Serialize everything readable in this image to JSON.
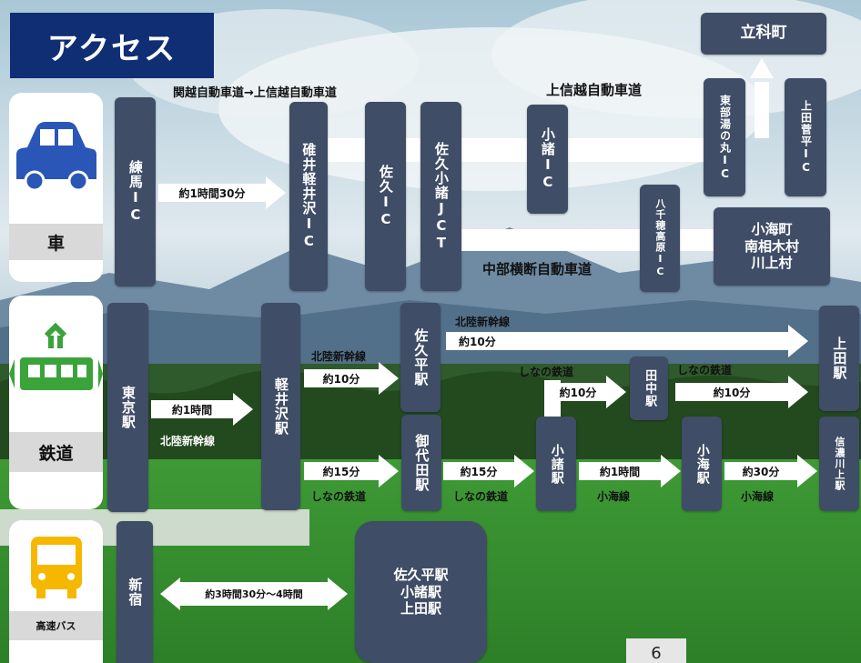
{
  "title": "アクセス",
  "page_number": "6",
  "colors": {
    "box": "#3f4d66",
    "title_bg": "#102e74",
    "car": "#2a56b8",
    "train": "#3aa33a",
    "bus": "#f6b700"
  },
  "categories": {
    "car": {
      "label": "車",
      "icon": "car-icon"
    },
    "rail": {
      "label": "鉄道",
      "icon": "train-icon"
    },
    "bus": {
      "label": "高速バス",
      "icon": "bus-icon"
    }
  },
  "car": {
    "route_kanetsu": "関越自動車道→上信越自動車道",
    "route_joshinetsu": "上信越自動車道",
    "route_chubu": "中部横断自動車道",
    "destination_tateshina": "立科町",
    "destination_koumi": "小海町\n南相木村\n川上村",
    "nerima_ic": "練馬IC",
    "time_nerima": "約1時間30分",
    "usui_ic": "碓井軽井沢IC",
    "saku_ic": "佐久IC",
    "saku_komoro_jct": "佐久小諸JCT",
    "komoro_ic": "小諸IC",
    "tobu_ic": "東部湯の丸IC",
    "ueda_ic": "上田菅平IC",
    "yachiho_ic": "八千穂高原IC"
  },
  "rail": {
    "tokyo_station": "東京駅",
    "shinkansen_label_1": "北陸新幹線",
    "time_tokyo": "約1時間",
    "karuizawa_station": "軽井沢駅",
    "shinkansen_label_2": "北陸新幹線",
    "time_karuizawa_sakudaira": "約10分",
    "sakudaira_station": "佐久平駅",
    "shinkansen_label_3": "北陸新幹線",
    "time_sakudaira_ueda": "約10分",
    "ueda_station": "上田駅",
    "shinano_label_1": "しなの鉄道",
    "time_komoro_tanaka": "約10分",
    "tanaka_station": "田中駅",
    "shinano_label_2": "しなの鉄道",
    "time_tanaka_ueda": "約10分",
    "time_karuizawa_miyota": "約15分",
    "shinano_label_3": "しなの鉄道",
    "miyota_station": "御代田駅",
    "time_miyota_komoro": "約15分",
    "shinano_label_4": "しなの鉄道",
    "komoro_station": "小諸駅",
    "time_komoro_koumi": "約1時間",
    "koumi_label_1": "小海線",
    "koumi_station": "小海駅",
    "time_koumi_kawakami": "約30分",
    "koumi_label_2": "小海線",
    "kawakami_station": "信濃川上駅"
  },
  "bus": {
    "shinjuku": "新宿",
    "time": "約3時間30分〜4時間",
    "destinations": "佐久平駅\n小諸駅\n上田駅"
  }
}
